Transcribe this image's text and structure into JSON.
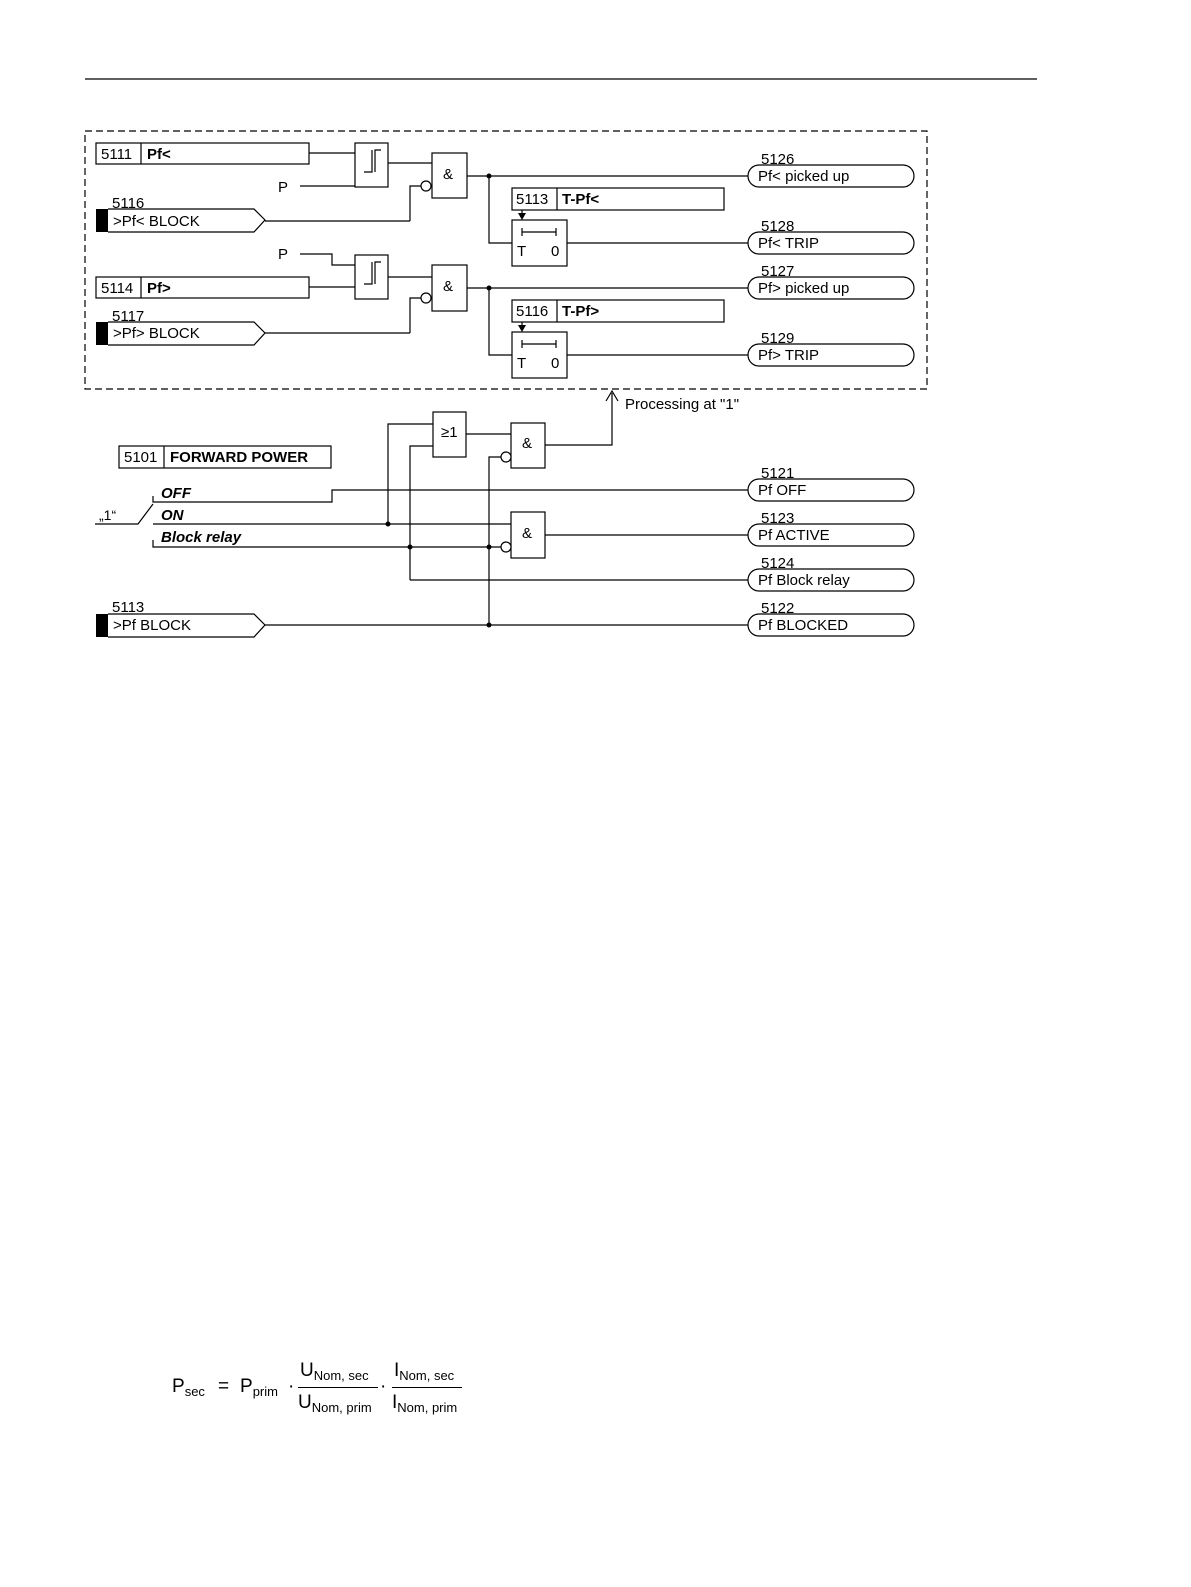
{
  "diagram": {
    "underfwd": {
      "setting_id": "5111",
      "setting_name": "Pf<",
      "block_id": "5116",
      "block_name": ">Pf< BLOCK",
      "input": "P",
      "timer_id": "5113",
      "timer_name": "T-Pf<",
      "pickup_id": "5126",
      "pickup_name": "Pf< picked up",
      "trip_id": "5128",
      "trip_name": "Pf< TRIP"
    },
    "overfwd": {
      "setting_id": "5114",
      "setting_name": "Pf>",
      "block_id": "5117",
      "block_name": ">Pf> BLOCK",
      "input": "P",
      "timer_id": "5116",
      "timer_name": "T-Pf>",
      "pickup_id": "5127",
      "pickup_name": "Pf> picked up",
      "trip_id": "5129",
      "trip_name": "Pf> TRIP"
    },
    "gates": {
      "and": "&",
      "or": "≥1",
      "timer_t": "T",
      "timer_zero": "0"
    },
    "processing_note": "Processing at \"1\"",
    "mode": {
      "id": "5101",
      "name": "FORWARD POWER",
      "switch_label": "„1“",
      "options": [
        "OFF",
        "ON",
        "Block relay"
      ]
    },
    "outputs_lower": [
      {
        "id": "5121",
        "name": "Pf OFF"
      },
      {
        "id": "5123",
        "name": "Pf ACTIVE"
      },
      {
        "id": "5124",
        "name": "Pf Block relay"
      },
      {
        "id": "5122",
        "name": "Pf BLOCKED"
      }
    ],
    "global_block": {
      "id": "5113",
      "name": ">Pf BLOCK"
    }
  },
  "formula": {
    "lhs": "P",
    "lhs_sub": "sec",
    "eq": "=",
    "p": "P",
    "p_sub": "prim",
    "dot": "·",
    "u_num": "U",
    "u_num_sub": "Nom, sec",
    "u_den": "U",
    "u_den_sub": "Nom, prim",
    "i_num": "I",
    "i_num_sub": "Nom, sec",
    "i_den": "I",
    "i_den_sub": "Nom, prim"
  }
}
